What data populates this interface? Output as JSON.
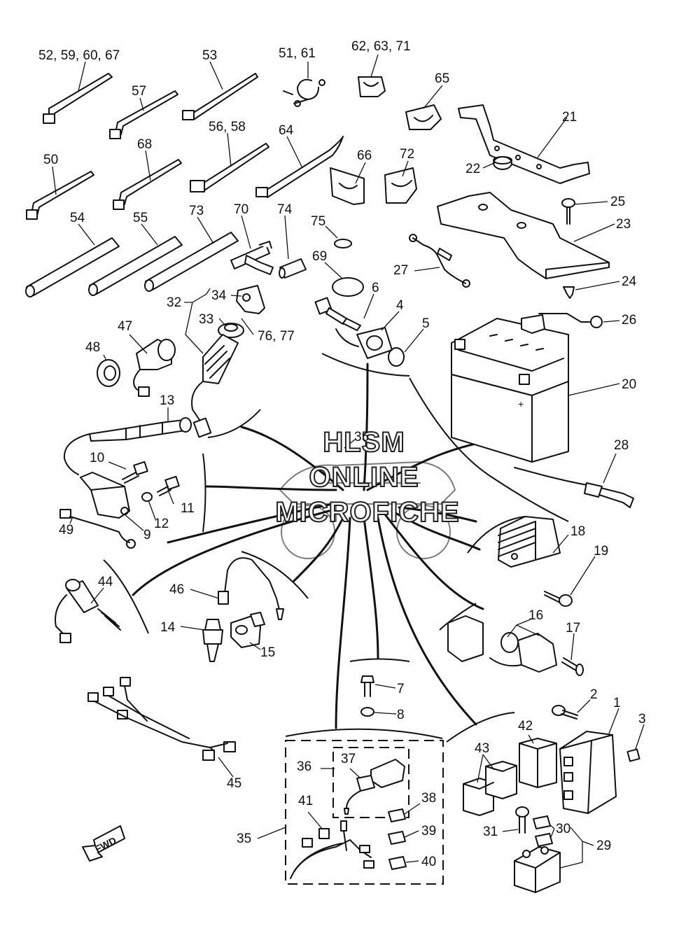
{
  "watermark": {
    "line1": "HLSM",
    "line2": "ONLINE",
    "line3": "MICROFICHE"
  },
  "forward_arrow_label": "FWD",
  "callouts": {
    "c52": "52, 59, 60, 67",
    "c53": "53",
    "c51": "51, 61",
    "c62": "62, 63, 71",
    "c65": "65",
    "c57": "57",
    "c21": "21",
    "c56": "56, 58",
    "c64": "64",
    "c50": "50",
    "c68": "68",
    "c66": "66",
    "c72": "72",
    "c22": "22",
    "c25": "25",
    "c54": "54",
    "c55": "55",
    "c73": "73",
    "c70": "70",
    "c74": "74",
    "c75": "75",
    "c23": "23",
    "c69": "69",
    "c27": "27",
    "c24": "24",
    "c34": "34",
    "c32": "32",
    "c33": "33",
    "c6": "6",
    "c4": "4",
    "c47": "47",
    "c76": "76, 77",
    "c26": "26",
    "c5": "5",
    "c48": "48",
    "c20": "20",
    "c13": "13",
    "c35a": "35",
    "c28": "28",
    "c10": "10",
    "c11": "11",
    "c12": "12",
    "c9": "9",
    "c49": "49",
    "c18": "18",
    "c19": "19",
    "c44": "44",
    "c46": "46",
    "c16": "16",
    "c14": "14",
    "c17": "17",
    "c15": "15",
    "c7": "7",
    "c2": "2",
    "c1": "1",
    "c3": "3",
    "c8": "8",
    "c42": "42",
    "c43": "43",
    "c45": "45",
    "c37": "37",
    "c36": "36",
    "c41": "41",
    "c38": "38",
    "c31": "31",
    "c30": "30",
    "c29": "29",
    "c39": "39",
    "c35b": "35",
    "c40": "40"
  }
}
